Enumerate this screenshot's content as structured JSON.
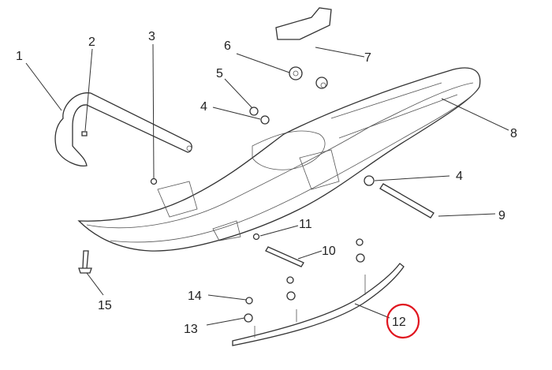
{
  "diagram": {
    "callouts": [
      {
        "id": "1",
        "label": "1"
      },
      {
        "id": "2",
        "label": "2"
      },
      {
        "id": "3",
        "label": "3"
      },
      {
        "id": "4a",
        "label": "4"
      },
      {
        "id": "4b",
        "label": "4"
      },
      {
        "id": "5",
        "label": "5"
      },
      {
        "id": "6",
        "label": "6"
      },
      {
        "id": "7",
        "label": "7"
      },
      {
        "id": "8",
        "label": "8"
      },
      {
        "id": "9",
        "label": "9"
      },
      {
        "id": "10",
        "label": "10"
      },
      {
        "id": "11",
        "label": "11"
      },
      {
        "id": "12",
        "label": "12"
      },
      {
        "id": "13",
        "label": "13"
      },
      {
        "id": "14",
        "label": "14"
      },
      {
        "id": "15",
        "label": "15"
      }
    ],
    "highlighted_callout": "12",
    "highlight_color": "#e0141e"
  }
}
